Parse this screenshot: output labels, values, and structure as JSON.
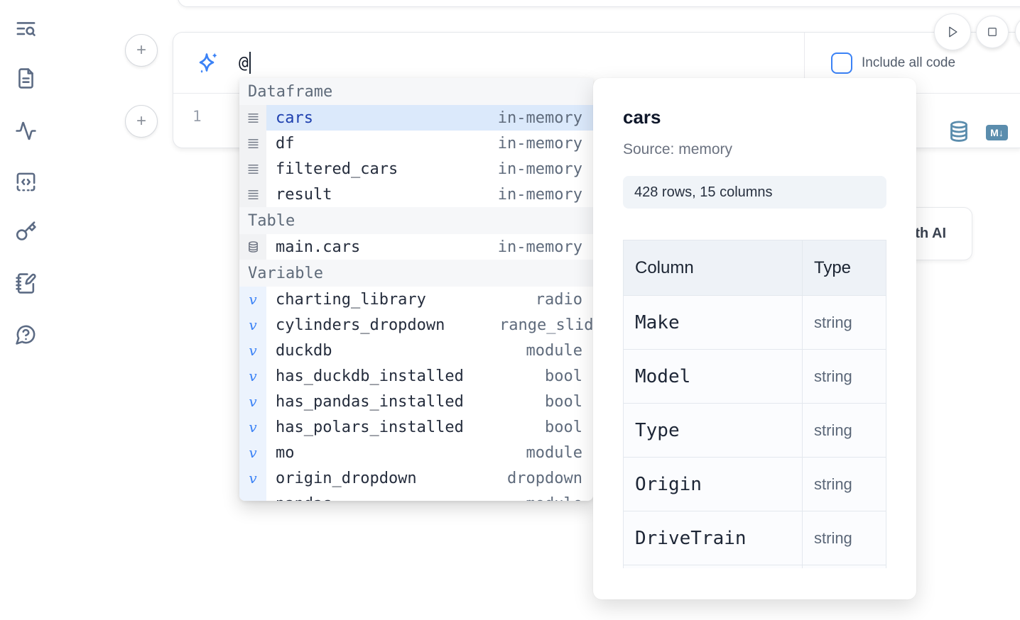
{
  "sidebar": {
    "icons": [
      "search-docs",
      "file",
      "activity",
      "snippets",
      "key",
      "scratchpad",
      "help"
    ]
  },
  "cell": {
    "ai_prompt_value": "@",
    "include_all_code_label": "Include all code",
    "line_number": "1"
  },
  "toolbar": {
    "markdown_badge": "M↓"
  },
  "ai_button": {
    "label": "Generate with AI"
  },
  "autocomplete": {
    "sections": [
      {
        "label": "Dataframe",
        "icon": "menu",
        "items": [
          {
            "name": "cars",
            "type": "in-memory",
            "selected": true
          },
          {
            "name": "df",
            "type": "in-memory"
          },
          {
            "name": "filtered_cars",
            "type": "in-memory"
          },
          {
            "name": "result",
            "type": "in-memory"
          }
        ]
      },
      {
        "label": "Table",
        "icon": "database",
        "items": [
          {
            "name": "main.cars",
            "type": "in-memory"
          }
        ]
      },
      {
        "label": "Variable",
        "icon": "variable",
        "items": [
          {
            "name": "charting_library",
            "type": "radio"
          },
          {
            "name": "cylinders_dropdown",
            "type": "range_slider",
            "clipped": true
          },
          {
            "name": "duckdb",
            "type": "module"
          },
          {
            "name": "has_duckdb_installed",
            "type": "bool"
          },
          {
            "name": "has_pandas_installed",
            "type": "bool"
          },
          {
            "name": "has_polars_installed",
            "type": "bool"
          },
          {
            "name": "mo",
            "type": "module"
          },
          {
            "name": "origin_dropdown",
            "type": "dropdown"
          },
          {
            "name": "pandas",
            "type": "module",
            "partial": true
          }
        ]
      }
    ]
  },
  "preview": {
    "title": "cars",
    "source": "Source: memory",
    "stats": "428 rows, 15 columns",
    "table": {
      "columns": [
        "Column",
        "Type"
      ],
      "rows": [
        [
          "Make",
          "string"
        ],
        [
          "Model",
          "string"
        ],
        [
          "Type",
          "string"
        ],
        [
          "Origin",
          "string"
        ],
        [
          "DriveTrain",
          "string"
        ],
        [
          "",
          ""
        ]
      ]
    }
  },
  "colors": {
    "accent_blue": "#3b82f6",
    "selected_row_bg": "#dbe9fb",
    "steel_blue_icon": "#5b8dad",
    "sidebar_icon": "#5c6b84"
  }
}
